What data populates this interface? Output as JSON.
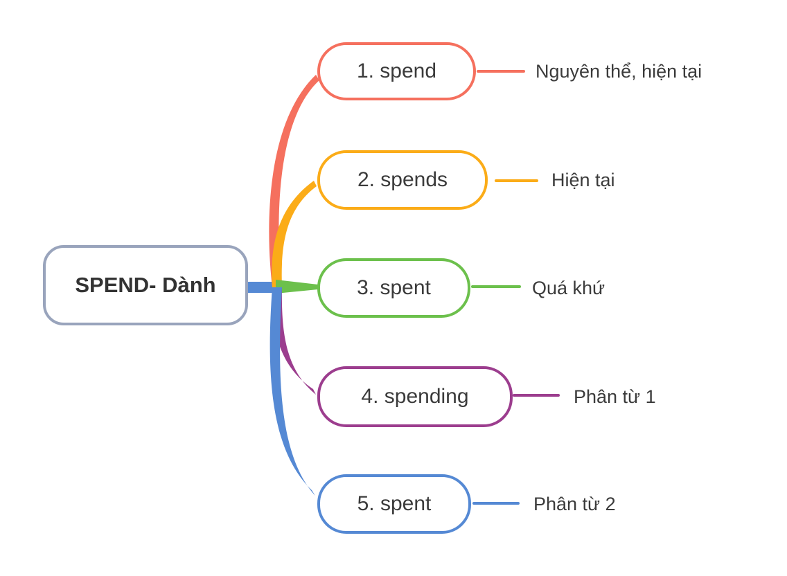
{
  "root": {
    "label": "SPEND- Dành",
    "border_color": "#99a4bc",
    "text_color": "#333333"
  },
  "branches": [
    {
      "label": "1. spend",
      "note": "Nguyên thể, hiện tại",
      "color": "#f5705e"
    },
    {
      "label": "2. spends",
      "note": "Hiện tại",
      "color": "#fbac18"
    },
    {
      "label": "3. spent",
      "note": "Quá khứ",
      "color": "#6cc04c"
    },
    {
      "label": "4. spending",
      "note": "Phân từ 1",
      "color": "#9c3d8e"
    },
    {
      "label": "5. spent",
      "note": "Phân từ 2",
      "color": "#5589d4"
    }
  ],
  "background_color": "#ffffff"
}
